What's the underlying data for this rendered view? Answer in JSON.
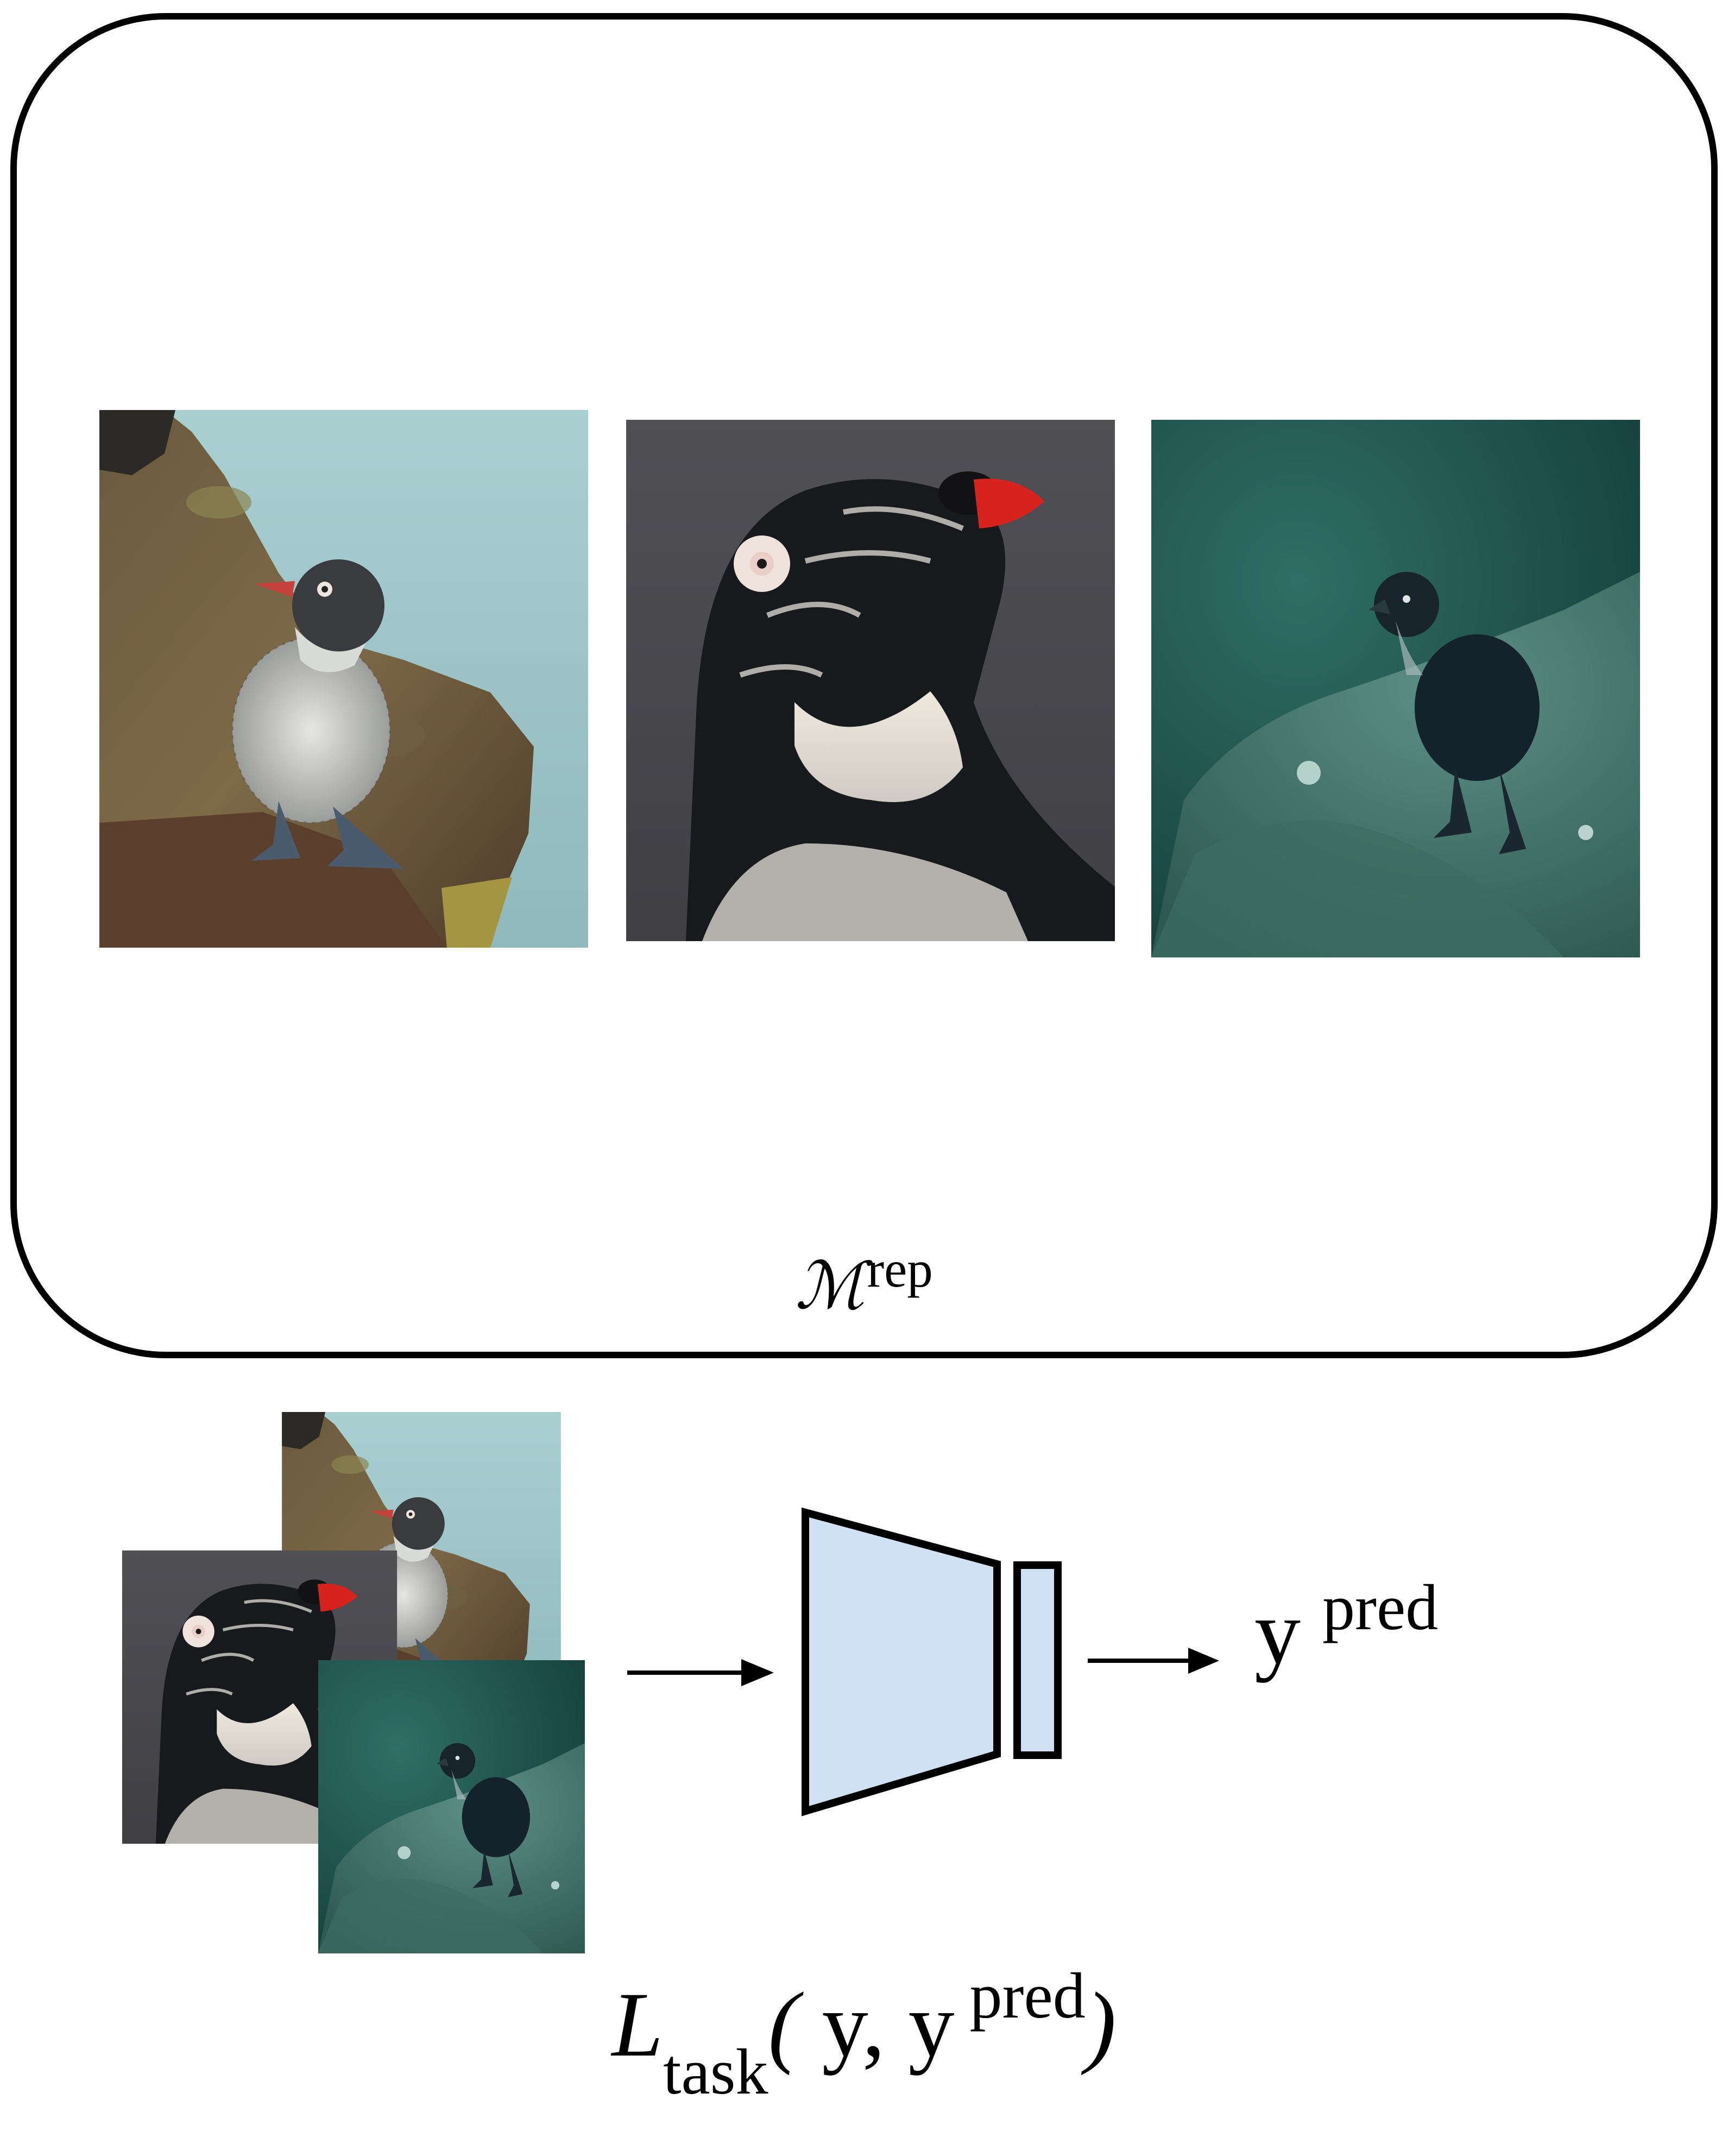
{
  "memory_box": {
    "label_symbol": "ℳ",
    "label_superscript": "rep"
  },
  "memory_images": [
    {
      "name": "least auklet on rock ledge"
    },
    {
      "name": "crested auklet head close-up"
    },
    {
      "name": "auklet on mossy rock"
    }
  ],
  "model": {
    "encoder": "trapezoid encoder",
    "head": "classifier head",
    "fill_color": "#cfe1f2"
  },
  "output": {
    "base": "y",
    "superscript": "pred"
  },
  "loss": {
    "symbol": "L",
    "subscript": "task",
    "open": "(",
    "arg1": "y,",
    "arg2": "y",
    "arg2_superscript": "pred",
    "close": ")"
  }
}
